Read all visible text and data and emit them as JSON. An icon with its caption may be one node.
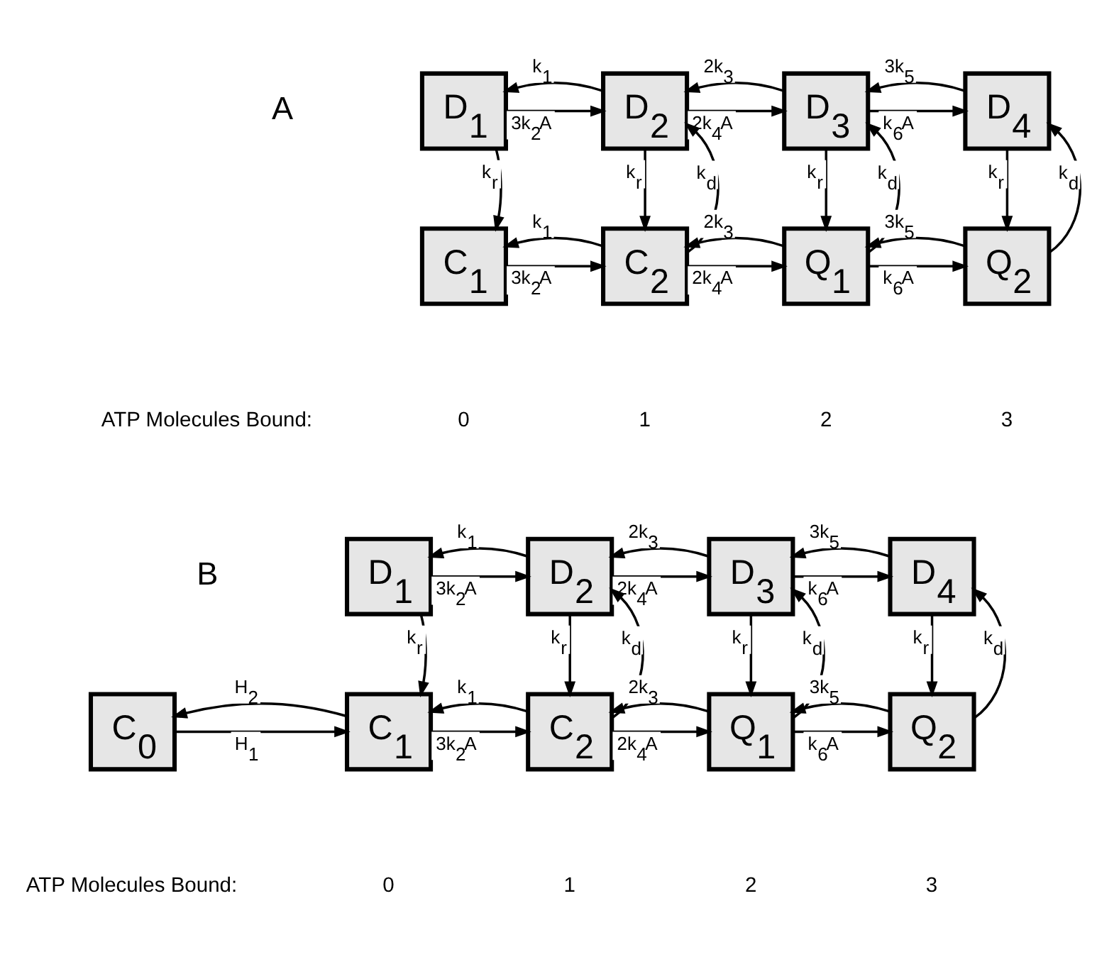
{
  "diagram": {
    "nodes": [
      {
        "text": [
          "D$_{1}$"
        ]
      },
      {
        "text": [
          "D$_{2}$"
        ]
      },
      {
        "text": [
          "D$_{3}$"
        ]
      },
      {
        "text": [
          "D$_{4}$"
        ]
      },
      {
        "text": [
          "C$_{1}$"
        ]
      },
      {
        "text": [
          "C$_{2}$"
        ]
      },
      {
        "text": [
          "Q$_{1}$"
        ]
      },
      {
        "text": [
          "Q$_{2}$"
        ]
      },
      {
        "text": [
          "D$_{1}$"
        ]
      },
      {
        "text": [
          "D$_{2}$"
        ]
      },
      {
        "text": [
          "D$_{3}$"
        ]
      },
      {
        "text": [
          "D$_{4}$"
        ]
      },
      {
        "text": [
          "C$_{0}$"
        ]
      },
      {
        "text": [
          "C$_{1}$"
        ]
      },
      {
        "text": [
          "C$_{2}$"
        ]
      },
      {
        "text": [
          "Q$_{1}$"
        ]
      },
      {
        "text": [
          "Q$_{2}$"
        ]
      }
    ],
    "edges": [
      {
        "from": 0,
        "to": 1,
        "arrow": "to",
        "label": "3k$_{2}$A"
      },
      {
        "from": 1,
        "to": 0,
        "arrow": "to",
        "label": "k$_{1}$"
      },
      {
        "from": 1,
        "to": 2,
        "arrow": "to",
        "label": "2k$_{4}$A"
      },
      {
        "from": 2,
        "to": 1,
        "arrow": "to",
        "label": "2k$_{3}$"
      },
      {
        "from": 2,
        "to": 3,
        "arrow": "to",
        "label": "k$_{6}$A"
      },
      {
        "from": 3,
        "to": 2,
        "arrow": "to",
        "label": "3k$_{5}$"
      },
      {
        "from": 0,
        "to": 4,
        "arrow": "to",
        "label": "k$_{r}$"
      },
      {
        "from": 1,
        "to": 5,
        "arrow": "to",
        "label": "k$_{r}$"
      },
      {
        "from": 5,
        "to": 1,
        "arrow": "to",
        "label": "k$_{d}$"
      },
      {
        "from": 2,
        "to": 6,
        "arrow": "to",
        "label": "k$_{r}$"
      },
      {
        "from": 6,
        "to": 2,
        "arrow": "to",
        "label": "k$_{d}$"
      },
      {
        "from": 3,
        "to": 7,
        "arrow": "to",
        "label": "k$_{r}$"
      },
      {
        "from": 7,
        "to": 3,
        "arrow": "to",
        "label": "k$_{d}$"
      },
      {
        "from": 4,
        "to": 5,
        "arrow": "to",
        "label": "3k$_{2}$A"
      },
      {
        "from": 5,
        "to": 4,
        "arrow": "to",
        "label": "k$_{1}$"
      },
      {
        "from": 5,
        "to": 6,
        "arrow": "to",
        "label": "2k$_{4}$A"
      },
      {
        "from": 6,
        "to": 5,
        "arrow": "to",
        "label": "2k$_{3}$"
      },
      {
        "from": 6,
        "to": 7,
        "arrow": "to",
        "label": "k$_{6}$A"
      },
      {
        "from": 7,
        "to": 6,
        "arrow": "to",
        "label": "3k$_{5}$"
      },
      {
        "from": 8,
        "to": 9,
        "arrow": "to",
        "label": "3k$_{2}$A"
      },
      {
        "from": 9,
        "to": 8,
        "arrow": "to",
        "label": "k$_{1}$"
      },
      {
        "from": 9,
        "to": 10,
        "arrow": "to",
        "label": "2k$_{4}$A"
      },
      {
        "from": 10,
        "to": 9,
        "arrow": "to",
        "label": "2k$_{3}$"
      },
      {
        "from": 10,
        "to": 11,
        "arrow": "to",
        "label": "k$_{6}$A"
      },
      {
        "from": 11,
        "to": 10,
        "arrow": "to",
        "label": "3k$_{5}$"
      },
      {
        "from": 8,
        "to": 13,
        "arrow": "to",
        "label": "k$_{r}$"
      },
      {
        "from": 9,
        "to": 14,
        "arrow": "to",
        "label": "k$_{r}$"
      },
      {
        "from": 14,
        "to": 9,
        "arrow": "to",
        "label": "k$_{d}$"
      },
      {
        "from": 10,
        "to": 15,
        "arrow": "to",
        "label": "k$_{r}$"
      },
      {
        "from": 15,
        "to": 10,
        "arrow": "to",
        "label": "k$_{d}$"
      },
      {
        "from": 11,
        "to": 16,
        "arrow": "to",
        "label": "k$_{r}$"
      },
      {
        "from": 16,
        "to": 11,
        "arrow": "to",
        "label": "k$_{d}$"
      },
      {
        "from": 12,
        "to": 13,
        "arrow": "to",
        "label": "H$_{1}$"
      },
      {
        "from": 13,
        "to": 12,
        "arrow": "to",
        "label": "H$_{2}$"
      },
      {
        "from": 13,
        "to": 14,
        "arrow": "to",
        "label": "3k$_{2}$A"
      },
      {
        "from": 14,
        "to": 13,
        "arrow": "to",
        "label": "k$_{1}$"
      },
      {
        "from": 14,
        "to": 15,
        "arrow": "to",
        "label": "2k$_{4}$A"
      },
      {
        "from": 15,
        "to": 14,
        "arrow": "to",
        "label": "2k$_{3}$"
      },
      {
        "from": 15,
        "to": 16,
        "arrow": "to",
        "label": "k$_{6}$A"
      },
      {
        "from": 16,
        "to": 15,
        "arrow": "to",
        "label": "3k$_{5}$"
      }
    ],
    "labels": [
      "A",
      "ATP Molecules Bound:",
      "0",
      "1",
      "2",
      "3",
      "B",
      "ATP Molecules Bound:",
      "0",
      "1",
      "2",
      "3"
    ]
  }
}
